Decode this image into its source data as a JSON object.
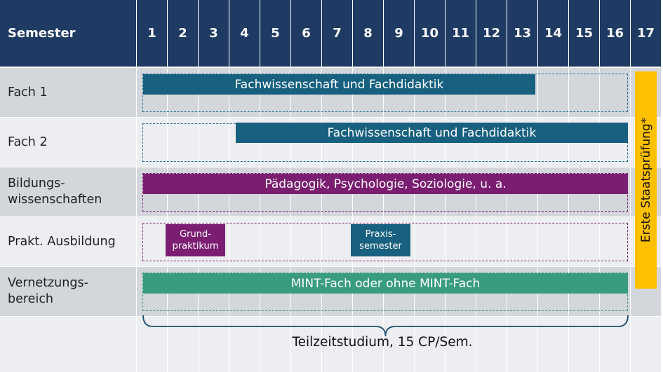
{
  "header": {
    "label": "Semester",
    "semesters": [
      "1",
      "2",
      "3",
      "4",
      "5",
      "6",
      "7",
      "8",
      "9",
      "10",
      "11",
      "12",
      "13",
      "14",
      "15",
      "16",
      "17"
    ]
  },
  "rows": [
    {
      "label": "Fach 1",
      "bar": {
        "text": "Fachwissenschaft und Fachdidaktik",
        "from": 1,
        "to": 13,
        "color": "#17607F"
      },
      "dashed": {
        "from": 1,
        "to": 16,
        "color": "#1F6F95"
      }
    },
    {
      "label": "Fach 2",
      "bar": {
        "text": "Fachwissenschaft und Fachdidaktik",
        "from": 4,
        "to": 16,
        "color": "#17607F"
      },
      "dashed": {
        "from": 1,
        "to": 16,
        "color": "#1F6F95"
      }
    },
    {
      "label": "Bildungs-\nwissenschaften",
      "bar": {
        "text": "Pädagogik, Psychologie, Soziologie, u. a.",
        "from": 1,
        "to": 16,
        "color": "#7B1E72"
      },
      "dashed": {
        "from": 1,
        "to": 16,
        "color": "#7B1E72"
      }
    },
    {
      "label": "Prakt. Ausbildung",
      "blocks": [
        {
          "text": "Grund-\npraktikum",
          "from": 2,
          "to": 3,
          "color": "#7B1E72"
        },
        {
          "text": "Praxis-\nsemester",
          "from": 8,
          "to": 9,
          "color": "#17607F"
        }
      ],
      "dashed": {
        "from": 1,
        "to": 16,
        "color": "#7B1E72"
      }
    },
    {
      "label": "Vernetzungs-\nbereich",
      "bar": {
        "text": "MINT-Fach oder ohne MINT-Fach",
        "from": 1,
        "to": 16,
        "color": "#3A9C7F"
      },
      "dashed": {
        "from": 1,
        "to": 16,
        "color": "#3A9C7F"
      }
    }
  ],
  "exam": {
    "text": "Erste Staatsprüfung*",
    "semester": 17,
    "color": "#FFC000"
  },
  "footer": {
    "text": "Teilzeitstudium, 15 CP/Sem."
  }
}
